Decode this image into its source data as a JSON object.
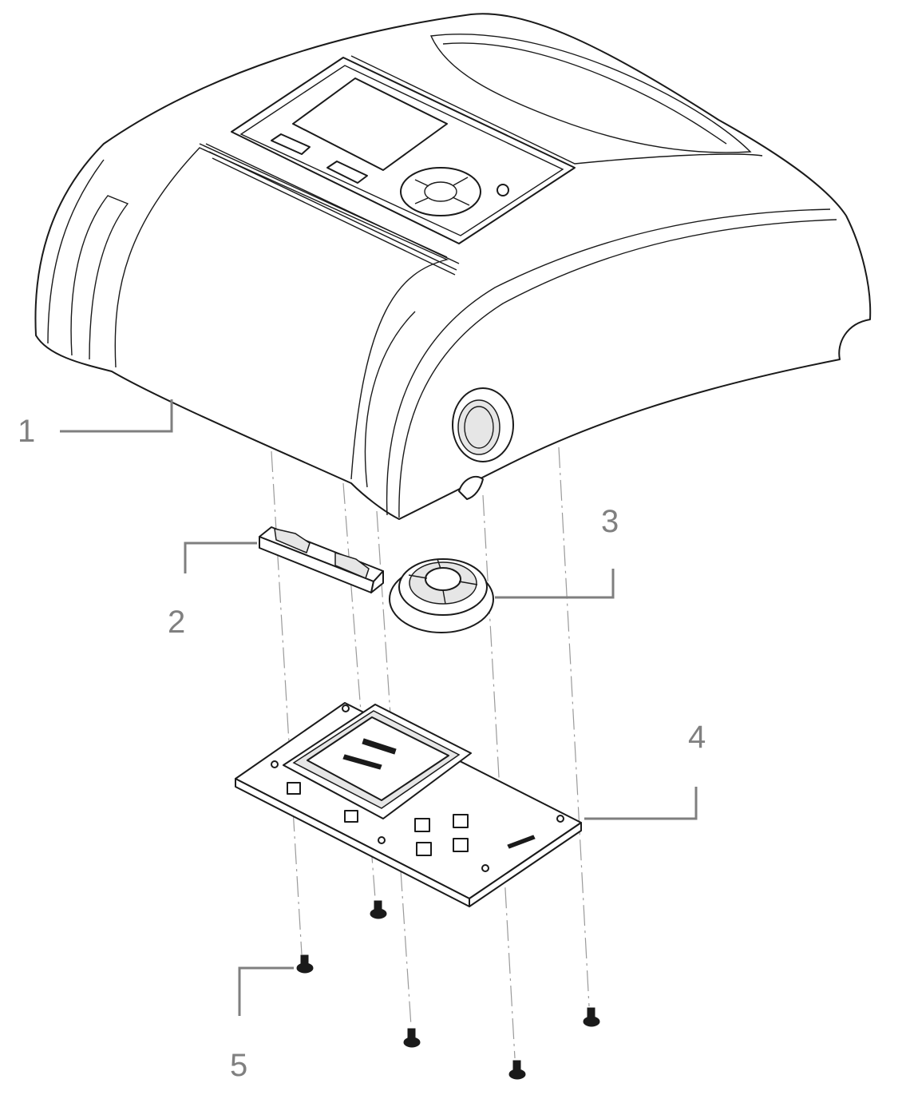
{
  "diagram": {
    "type": "exploded-assembly",
    "callouts": [
      {
        "id": "1",
        "label": "1",
        "part": "top-cover"
      },
      {
        "id": "2",
        "label": "2",
        "part": "connector-strip"
      },
      {
        "id": "3",
        "label": "3",
        "part": "round-port-insert"
      },
      {
        "id": "4",
        "label": "4",
        "part": "circuit-board"
      },
      {
        "id": "5",
        "label": "5",
        "part": "screws"
      }
    ],
    "screw_count": 5,
    "colors": {
      "line": "#1a1a1a",
      "leader": "#7f7f7f",
      "label": "#808080",
      "background": "#ffffff"
    }
  }
}
